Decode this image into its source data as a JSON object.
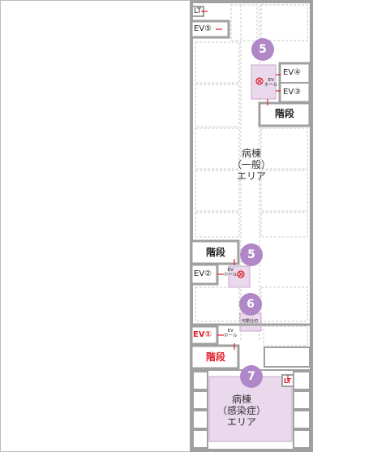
{
  "labels": {
    "lt_top": "LT",
    "ev5": "EV⑤",
    "ev4": "EV④",
    "ev3": "EV③",
    "ev2": "EV②",
    "ev1": "EV①",
    "ev_hall": "EV\nホール",
    "stairs": "階段",
    "partition": "可動仕切",
    "ward_general": "病棟\n（一般）\nエリア",
    "ward_infection": "病棟\n（感染症）\nエリア",
    "lt_bottom": "LT"
  },
  "badges": {
    "upper": "5",
    "middle": "5",
    "partition": "6",
    "infection": "7"
  },
  "colors": {
    "wall": "#a0a0a0",
    "badge": "#b088c8",
    "zone": "#ead8ec",
    "alert": "#e0202a"
  }
}
